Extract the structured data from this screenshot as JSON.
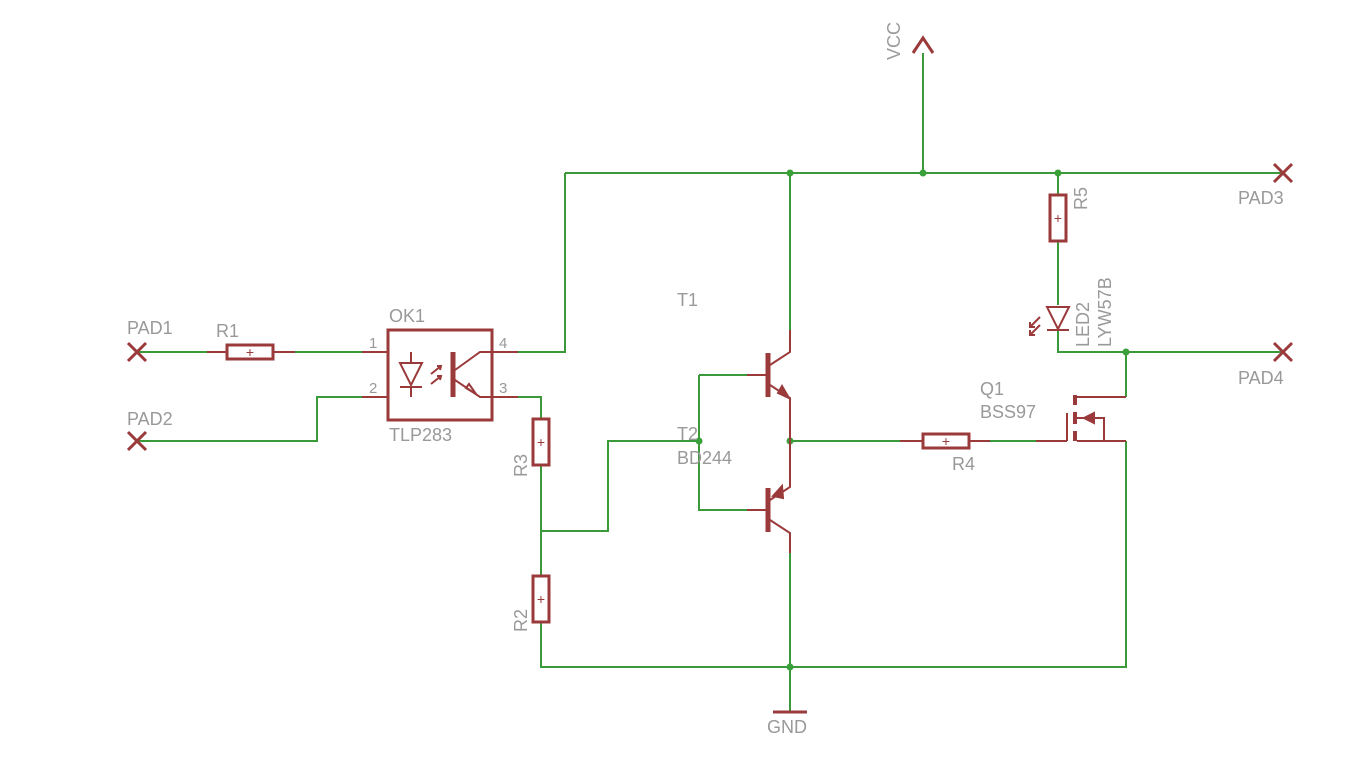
{
  "colors": {
    "background": "#ffffff",
    "wire": "#3a9a3a",
    "junction": "#3aa03a",
    "symbol": "#9b3a3a",
    "text": "#999999"
  },
  "labels": {
    "pad1": "PAD1",
    "pad2": "PAD2",
    "pad3": "PAD3",
    "pad4": "PAD4",
    "r1": "R1",
    "r2": "R2",
    "r3": "R3",
    "r4": "R4",
    "r5": "R5",
    "ok1": "OK1",
    "ok1_value": "TLP283",
    "pin1": "1",
    "pin2": "2",
    "pin3": "3",
    "pin4": "4",
    "t1": "T1",
    "t2": "T2",
    "t2_value": "BD244",
    "q1": "Q1",
    "q1_value": "BSS97",
    "led2": "LED2",
    "led2_value": "LYW57B",
    "vcc": "VCC",
    "gnd": "GND",
    "resistor_mark": "+"
  }
}
